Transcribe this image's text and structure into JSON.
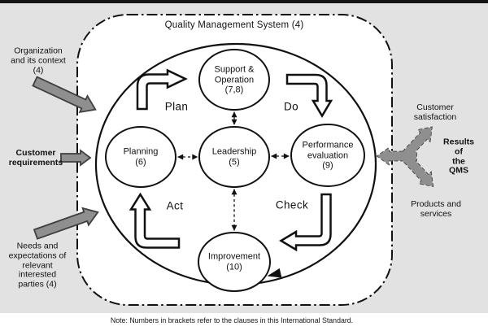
{
  "title": "Quality Management System (4)",
  "nodes": {
    "support": "Support &\nOperation\n(7,8)",
    "planning": "Planning\n(6)",
    "leadership": "Leadership\n(5)",
    "performance": "Performance\nevaluation\n(9)",
    "improvement": "Improvement\n(10)"
  },
  "cycle": {
    "plan": "Plan",
    "do": "Do",
    "act": "Act",
    "check": "Check"
  },
  "inputs": {
    "organization": "Organization\nand its context\n(4)",
    "customer_requirements": "Customer\nrequirements",
    "needs": "Needs and\nexpectations of\nrelevant\ninterested\nparties (4)"
  },
  "outputs": {
    "customer_satisfaction": "Customer\nsatisfaction",
    "results": "Results of\nthe QMS",
    "products": "Products and\nservices"
  },
  "note": "Note: Numbers in brackets refer to the clauses in this International Standard.",
  "colors": {
    "background": "#e2e2e2",
    "panel": "#ffffff",
    "line": "#111111",
    "arrow_gray": "#8f8f8f",
    "arrow_outline": "#3f3f3f"
  }
}
